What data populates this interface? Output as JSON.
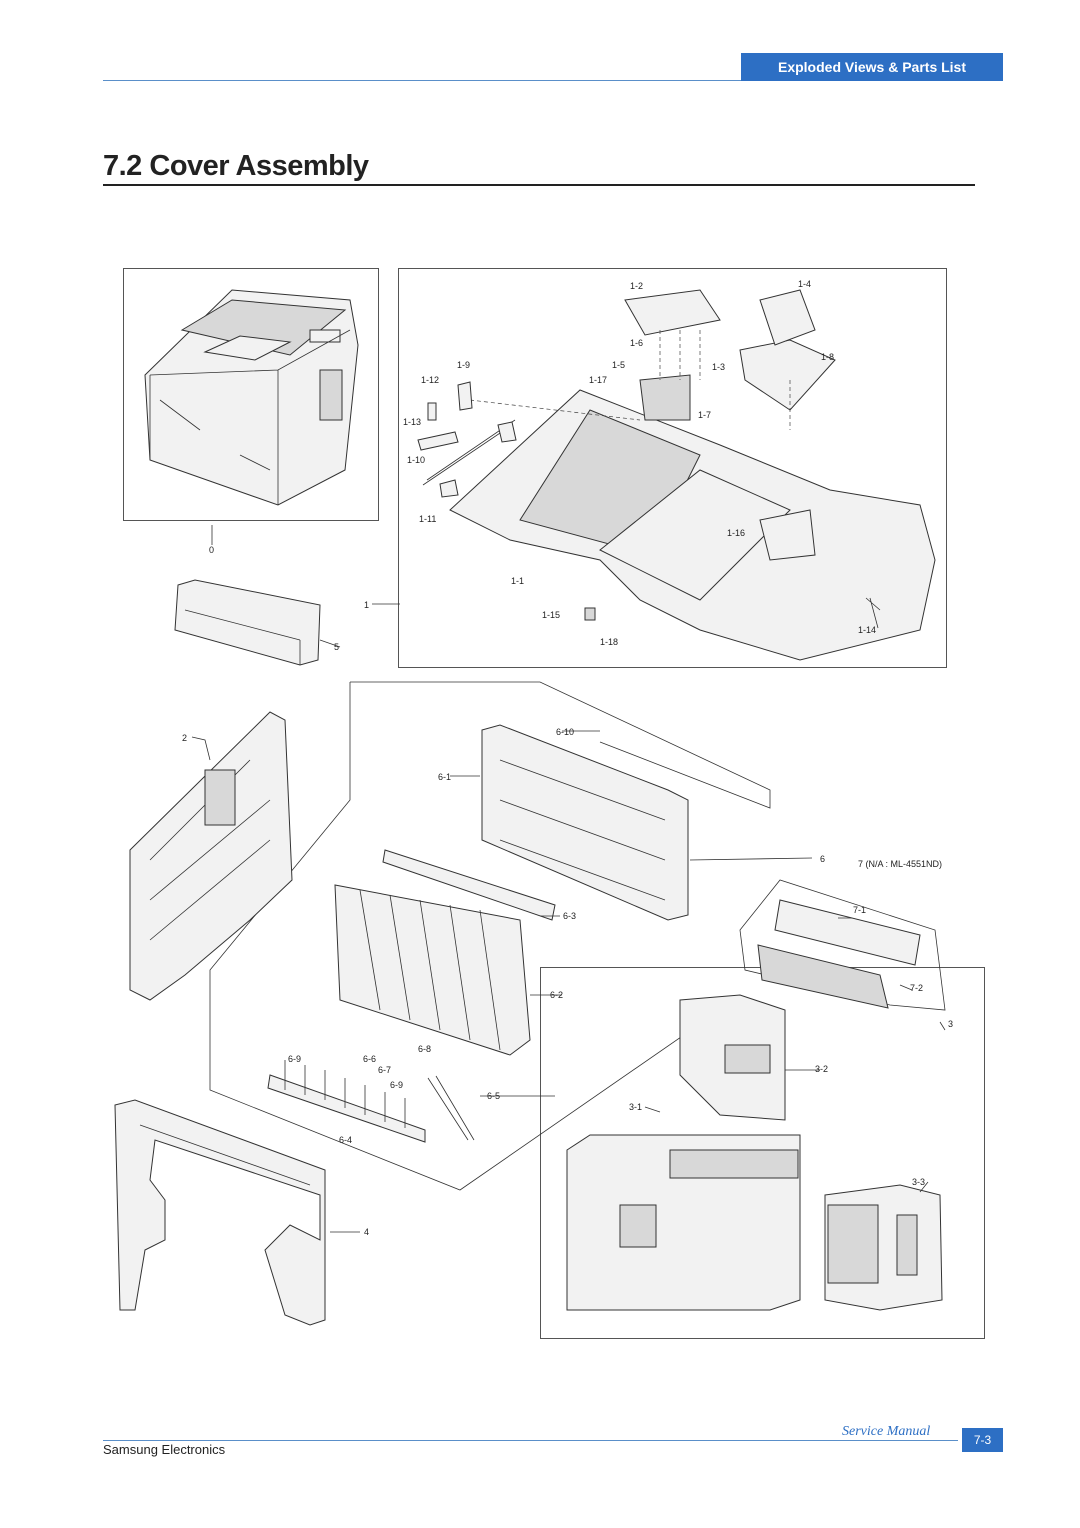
{
  "header": {
    "tab_label": "Exploded Views & Parts List"
  },
  "section": {
    "title": "7.2  Cover Assembly"
  },
  "callouts": {
    "p0": "0",
    "p1": "1",
    "p5": "5",
    "p1_1": "1-1",
    "p1_2": "1-2",
    "p1_3": "1-3",
    "p1_4": "1-4",
    "p1_5": "1-5",
    "p1_6": "1-6",
    "p1_7": "1-7",
    "p1_8": "1-8",
    "p1_9": "1-9",
    "p1_10": "1-10",
    "p1_11": "1-11",
    "p1_12": "1-12",
    "p1_13": "1-13",
    "p1_14": "1-14",
    "p1_15": "1-15",
    "p1_16": "1-16",
    "p1_17": "1-17",
    "p1_18": "1-18",
    "p2": "2",
    "p4": "4",
    "p6": "6",
    "p6_1": "6-1",
    "p6_2": "6-2",
    "p6_3": "6-3",
    "p6_4": "6-4",
    "p6_5": "6-5",
    "p6_6": "6-6",
    "p6_7": "6-7",
    "p6_8": "6-8",
    "p6_9a": "6-9",
    "p6_9b": "6-9",
    "p6_10": "6-10",
    "p7": "7 (N/A : ML-4551ND)",
    "p7_1": "7-1",
    "p7_2": "7-2",
    "p3": "3",
    "p3_1": "3-1",
    "p3_2": "3-2",
    "p3_3": "3-3"
  },
  "footer": {
    "company": "Samsung Electronics",
    "manual": "Service Manual",
    "page": "7-3"
  }
}
